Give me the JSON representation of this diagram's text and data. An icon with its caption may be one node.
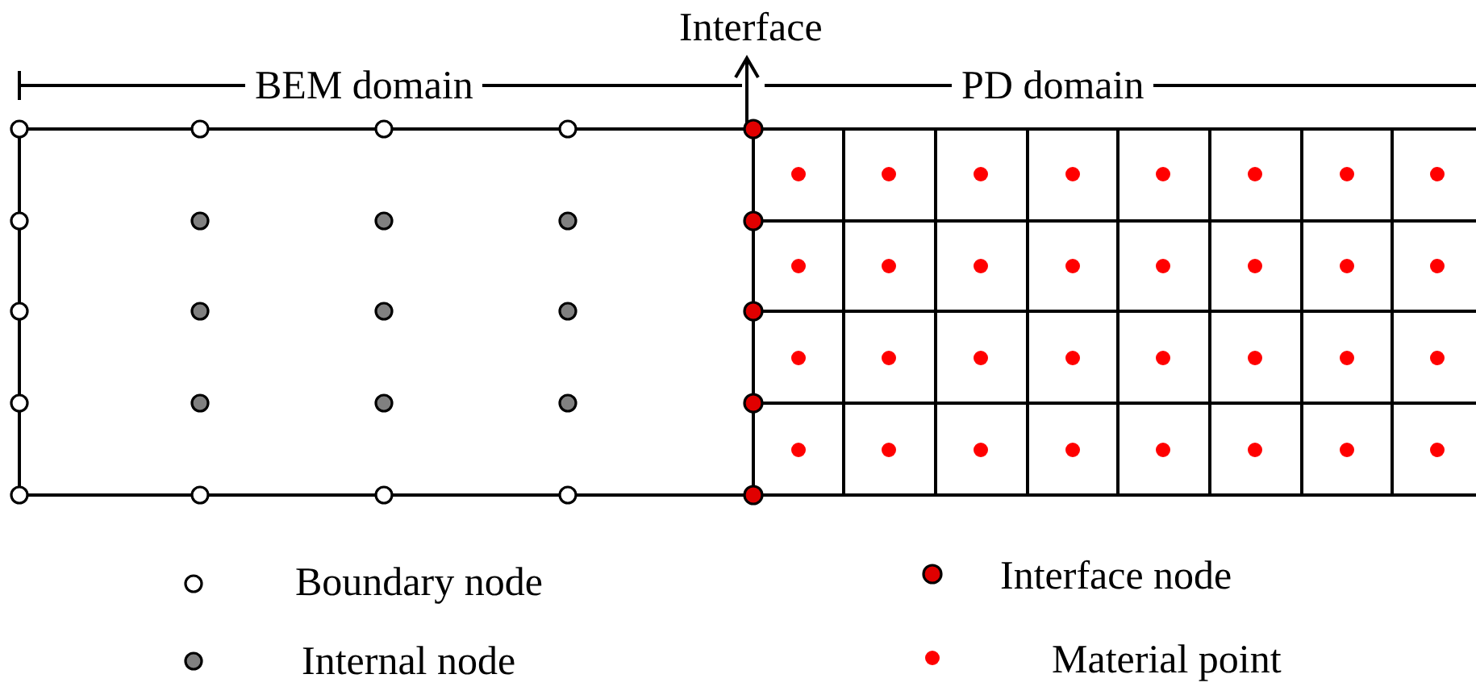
{
  "diagram": {
    "labels": [
      "Interface",
      "BEM domain",
      "PD domain"
    ],
    "legend": [
      {
        "text": "Boundary node"
      },
      {
        "text": "Interface node"
      },
      {
        "text": "Internal node"
      },
      {
        "text": "Material point"
      }
    ]
  }
}
